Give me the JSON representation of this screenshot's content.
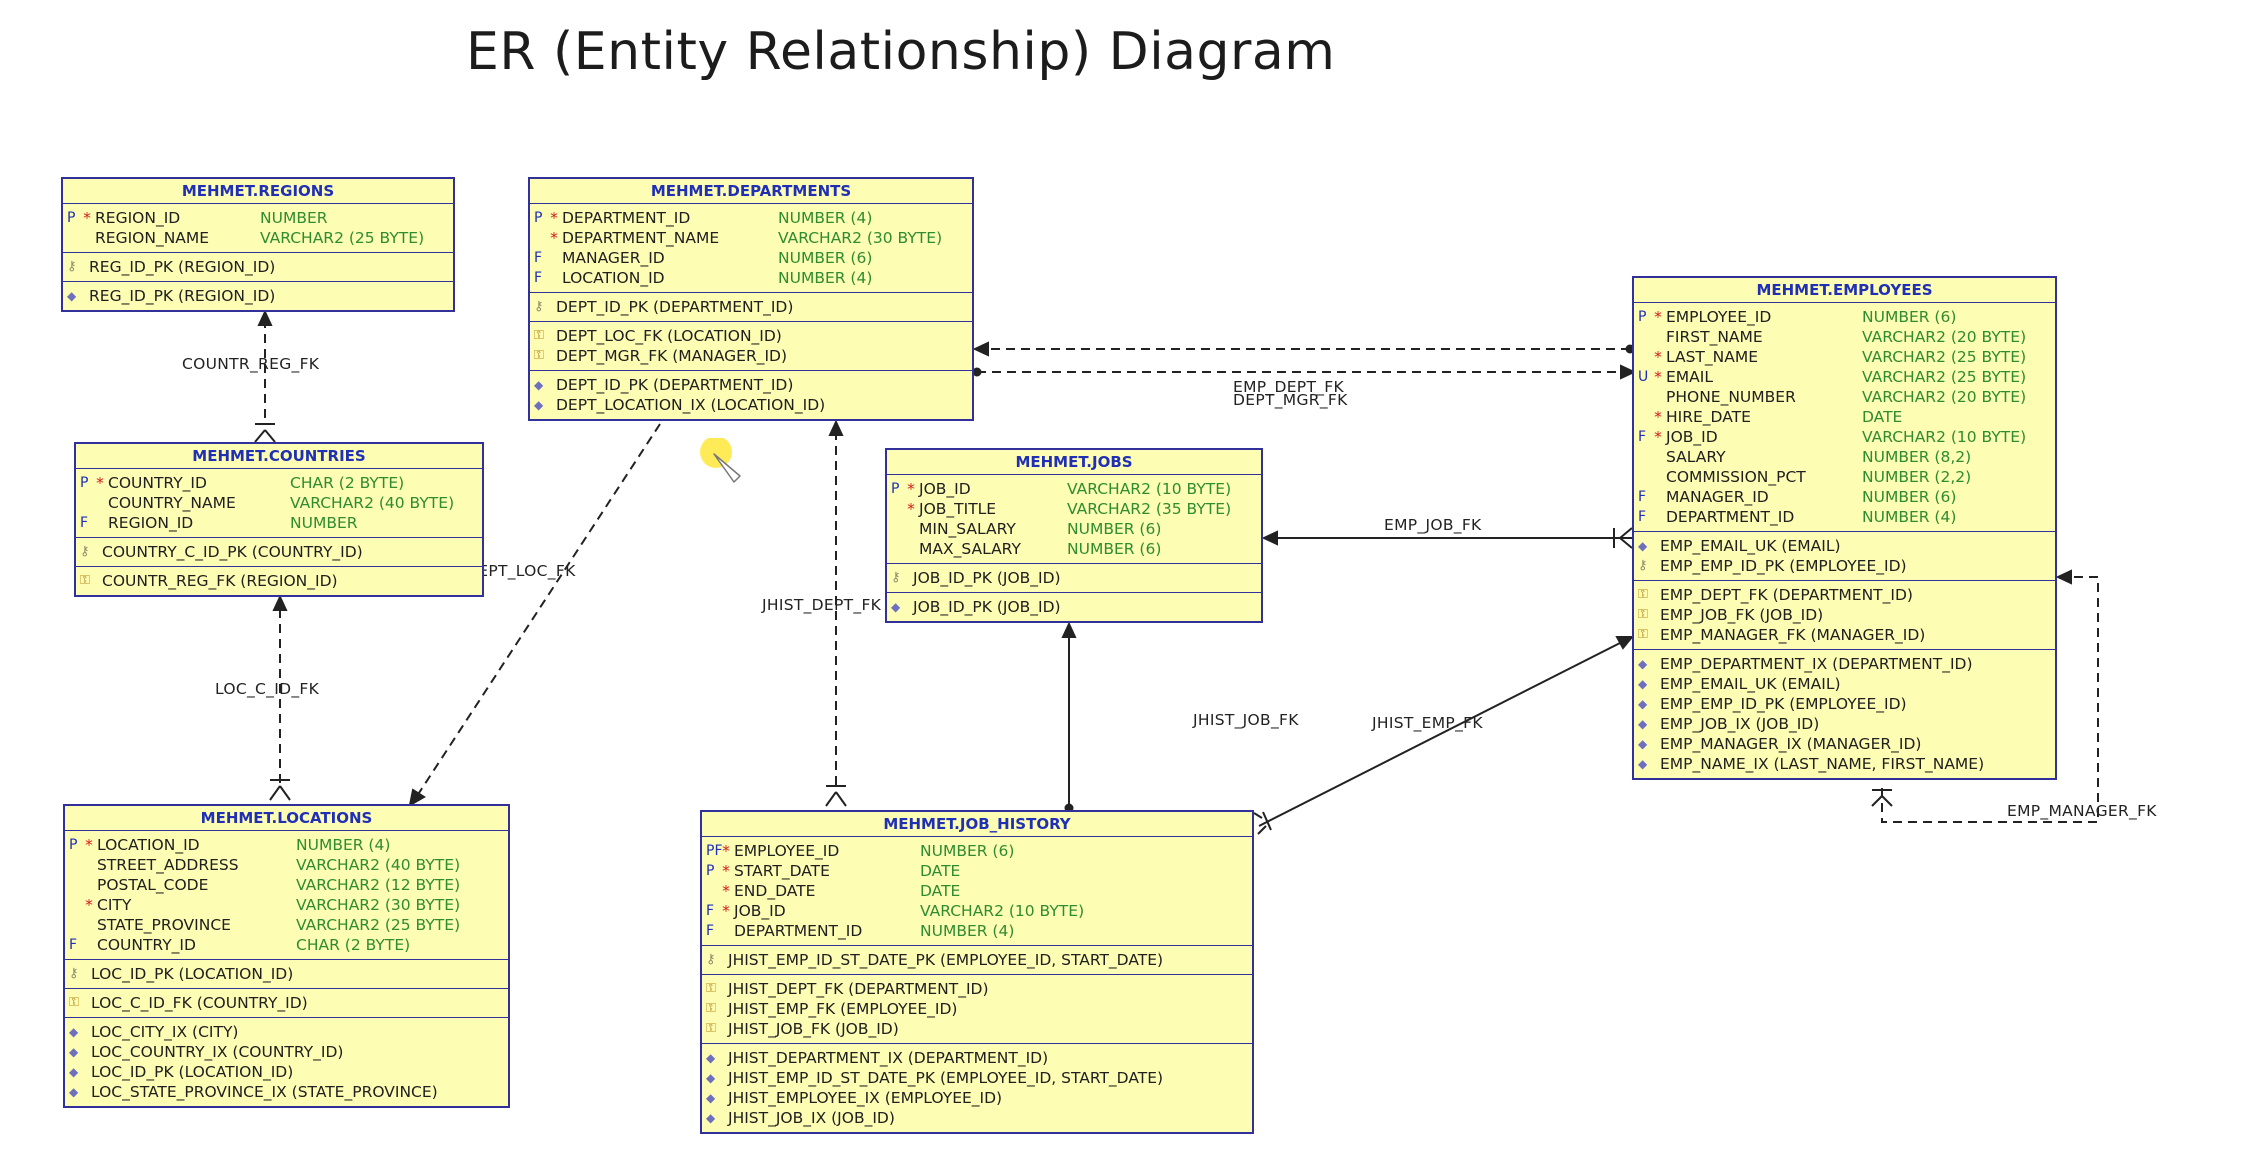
{
  "title": "ER (Entity Relationship) Diagram",
  "colors": {
    "entity_fill": "#fdfdb4",
    "entity_border": "#32309a",
    "header_text": "#1f2fb6",
    "type_text": "#2f8c2f",
    "required_star": "#d21b1b"
  },
  "entities": {
    "regions": {
      "name": "MEHMET.REGIONS",
      "columns": [
        {
          "flag": "P",
          "req": "*",
          "name": "REGION_ID",
          "type": "NUMBER"
        },
        {
          "flag": "",
          "req": "",
          "name": "REGION_NAME",
          "type": "VARCHAR2 (25 BYTE)"
        }
      ],
      "pk": [
        "REG_ID_PK (REGION_ID)"
      ],
      "fk": [],
      "ix": [
        "REG_ID_PK (REGION_ID)"
      ]
    },
    "departments": {
      "name": "MEHMET.DEPARTMENTS",
      "columns": [
        {
          "flag": "P",
          "req": "*",
          "name": "DEPARTMENT_ID",
          "type": "NUMBER (4)"
        },
        {
          "flag": "",
          "req": "*",
          "name": "DEPARTMENT_NAME",
          "type": "VARCHAR2 (30 BYTE)"
        },
        {
          "flag": "F",
          "req": "",
          "name": "MANAGER_ID",
          "type": "NUMBER (6)"
        },
        {
          "flag": "F",
          "req": "",
          "name": "LOCATION_ID",
          "type": "NUMBER (4)"
        }
      ],
      "pk": [
        "DEPT_ID_PK (DEPARTMENT_ID)"
      ],
      "fk": [
        "DEPT_LOC_FK (LOCATION_ID)",
        "DEPT_MGR_FK (MANAGER_ID)"
      ],
      "ix": [
        "DEPT_ID_PK (DEPARTMENT_ID)",
        "DEPT_LOCATION_IX (LOCATION_ID)"
      ]
    },
    "countries": {
      "name": "MEHMET.COUNTRIES",
      "columns": [
        {
          "flag": "P",
          "req": "*",
          "name": "COUNTRY_ID",
          "type": "CHAR (2 BYTE)"
        },
        {
          "flag": "",
          "req": "",
          "name": "COUNTRY_NAME",
          "type": "VARCHAR2 (40 BYTE)"
        },
        {
          "flag": "F",
          "req": "",
          "name": "REGION_ID",
          "type": "NUMBER"
        }
      ],
      "pk": [
        "COUNTRY_C_ID_PK (COUNTRY_ID)"
      ],
      "fk": [
        "COUNTR_REG_FK (REGION_ID)"
      ],
      "ix": []
    },
    "jobs": {
      "name": "MEHMET.JOBS",
      "columns": [
        {
          "flag": "P",
          "req": "*",
          "name": "JOB_ID",
          "type": "VARCHAR2 (10 BYTE)"
        },
        {
          "flag": "",
          "req": "*",
          "name": "JOB_TITLE",
          "type": "VARCHAR2 (35 BYTE)"
        },
        {
          "flag": "",
          "req": "",
          "name": "MIN_SALARY",
          "type": "NUMBER (6)"
        },
        {
          "flag": "",
          "req": "",
          "name": "MAX_SALARY",
          "type": "NUMBER (6)"
        }
      ],
      "pk": [
        "JOB_ID_PK (JOB_ID)"
      ],
      "fk": [],
      "ix": [
        "JOB_ID_PK (JOB_ID)"
      ]
    },
    "employees": {
      "name": "MEHMET.EMPLOYEES",
      "columns": [
        {
          "flag": "P",
          "req": "*",
          "name": "EMPLOYEE_ID",
          "type": "NUMBER (6)"
        },
        {
          "flag": "",
          "req": "",
          "name": "FIRST_NAME",
          "type": "VARCHAR2 (20 BYTE)"
        },
        {
          "flag": "",
          "req": "*",
          "name": "LAST_NAME",
          "type": "VARCHAR2 (25 BYTE)"
        },
        {
          "flag": "U",
          "req": "*",
          "name": "EMAIL",
          "type": "VARCHAR2 (25 BYTE)"
        },
        {
          "flag": "",
          "req": "",
          "name": "PHONE_NUMBER",
          "type": "VARCHAR2 (20 BYTE)"
        },
        {
          "flag": "",
          "req": "*",
          "name": "HIRE_DATE",
          "type": "DATE"
        },
        {
          "flag": "F",
          "req": "*",
          "name": "JOB_ID",
          "type": "VARCHAR2 (10 BYTE)"
        },
        {
          "flag": "",
          "req": "",
          "name": "SALARY",
          "type": "NUMBER (8,2)"
        },
        {
          "flag": "",
          "req": "",
          "name": "COMMISSION_PCT",
          "type": "NUMBER (2,2)"
        },
        {
          "flag": "F",
          "req": "",
          "name": "MANAGER_ID",
          "type": "NUMBER (6)"
        },
        {
          "flag": "F",
          "req": "",
          "name": "DEPARTMENT_ID",
          "type": "NUMBER (4)"
        }
      ],
      "uk": [
        "EMP_EMAIL_UK (EMAIL)"
      ],
      "pk": [
        "EMP_EMP_ID_PK (EMPLOYEE_ID)"
      ],
      "fk": [
        "EMP_DEPT_FK (DEPARTMENT_ID)",
        "EMP_JOB_FK (JOB_ID)",
        "EMP_MANAGER_FK (MANAGER_ID)"
      ],
      "ix": [
        "EMP_DEPARTMENT_IX (DEPARTMENT_ID)",
        "EMP_EMAIL_UK (EMAIL)",
        "EMP_EMP_ID_PK (EMPLOYEE_ID)",
        "EMP_JOB_IX (JOB_ID)",
        "EMP_MANAGER_IX (MANAGER_ID)",
        "EMP_NAME_IX (LAST_NAME, FIRST_NAME)"
      ]
    },
    "locations": {
      "name": "MEHMET.LOCATIONS",
      "columns": [
        {
          "flag": "P",
          "req": "*",
          "name": "LOCATION_ID",
          "type": "NUMBER (4)"
        },
        {
          "flag": "",
          "req": "",
          "name": "STREET_ADDRESS",
          "type": "VARCHAR2 (40 BYTE)"
        },
        {
          "flag": "",
          "req": "",
          "name": "POSTAL_CODE",
          "type": "VARCHAR2 (12 BYTE)"
        },
        {
          "flag": "",
          "req": "*",
          "name": "CITY",
          "type": "VARCHAR2 (30 BYTE)"
        },
        {
          "flag": "",
          "req": "",
          "name": "STATE_PROVINCE",
          "type": "VARCHAR2 (25 BYTE)"
        },
        {
          "flag": "F",
          "req": "",
          "name": "COUNTRY_ID",
          "type": "CHAR (2 BYTE)"
        }
      ],
      "pk": [
        "LOC_ID_PK (LOCATION_ID)"
      ],
      "fk": [
        "LOC_C_ID_FK (COUNTRY_ID)"
      ],
      "ix": [
        "LOC_CITY_IX (CITY)",
        "LOC_COUNTRY_IX (COUNTRY_ID)",
        "LOC_ID_PK (LOCATION_ID)",
        "LOC_STATE_PROVINCE_IX (STATE_PROVINCE)"
      ]
    },
    "job_history": {
      "name": "MEHMET.JOB_HISTORY",
      "columns": [
        {
          "flag": "PF",
          "req": "*",
          "name": "EMPLOYEE_ID",
          "type": "NUMBER (6)"
        },
        {
          "flag": "P",
          "req": "*",
          "name": "START_DATE",
          "type": "DATE"
        },
        {
          "flag": "",
          "req": "*",
          "name": "END_DATE",
          "type": "DATE"
        },
        {
          "flag": "F",
          "req": "*",
          "name": "JOB_ID",
          "type": "VARCHAR2 (10 BYTE)"
        },
        {
          "flag": "F",
          "req": "",
          "name": "DEPARTMENT_ID",
          "type": "NUMBER (4)"
        }
      ],
      "pk": [
        "JHIST_EMP_ID_ST_DATE_PK (EMPLOYEE_ID, START_DATE)"
      ],
      "fk": [
        "JHIST_DEPT_FK (DEPARTMENT_ID)",
        "JHIST_EMP_FK (EMPLOYEE_ID)",
        "JHIST_JOB_FK (JOB_ID)"
      ],
      "ix": [
        "JHIST_DEPARTMENT_IX (DEPARTMENT_ID)",
        "JHIST_EMP_ID_ST_DATE_PK (EMPLOYEE_ID, START_DATE)",
        "JHIST_EMPLOYEE_IX (EMPLOYEE_ID)",
        "JHIST_JOB_IX (JOB_ID)"
      ]
    }
  },
  "relationships": {
    "countr_reg_fk": "COUNTR_REG_FK",
    "dept_loc_fk": "DEPT_LOC_FK",
    "loc_c_id_fk": "LOC_C_ID_FK",
    "jhist_dept_fk": "JHIST_DEPT_FK",
    "emp_dept_fk": "EMP_DEPT_FK",
    "dept_mgr_fk": "DEPT_MGR_FK",
    "emp_job_fk": "EMP_JOB_FK",
    "jhist_job_fk": "JHIST_JOB_FK",
    "jhist_emp_fk": "JHIST_EMP_FK",
    "emp_manager_fk": "EMP_MANAGER_FK"
  }
}
